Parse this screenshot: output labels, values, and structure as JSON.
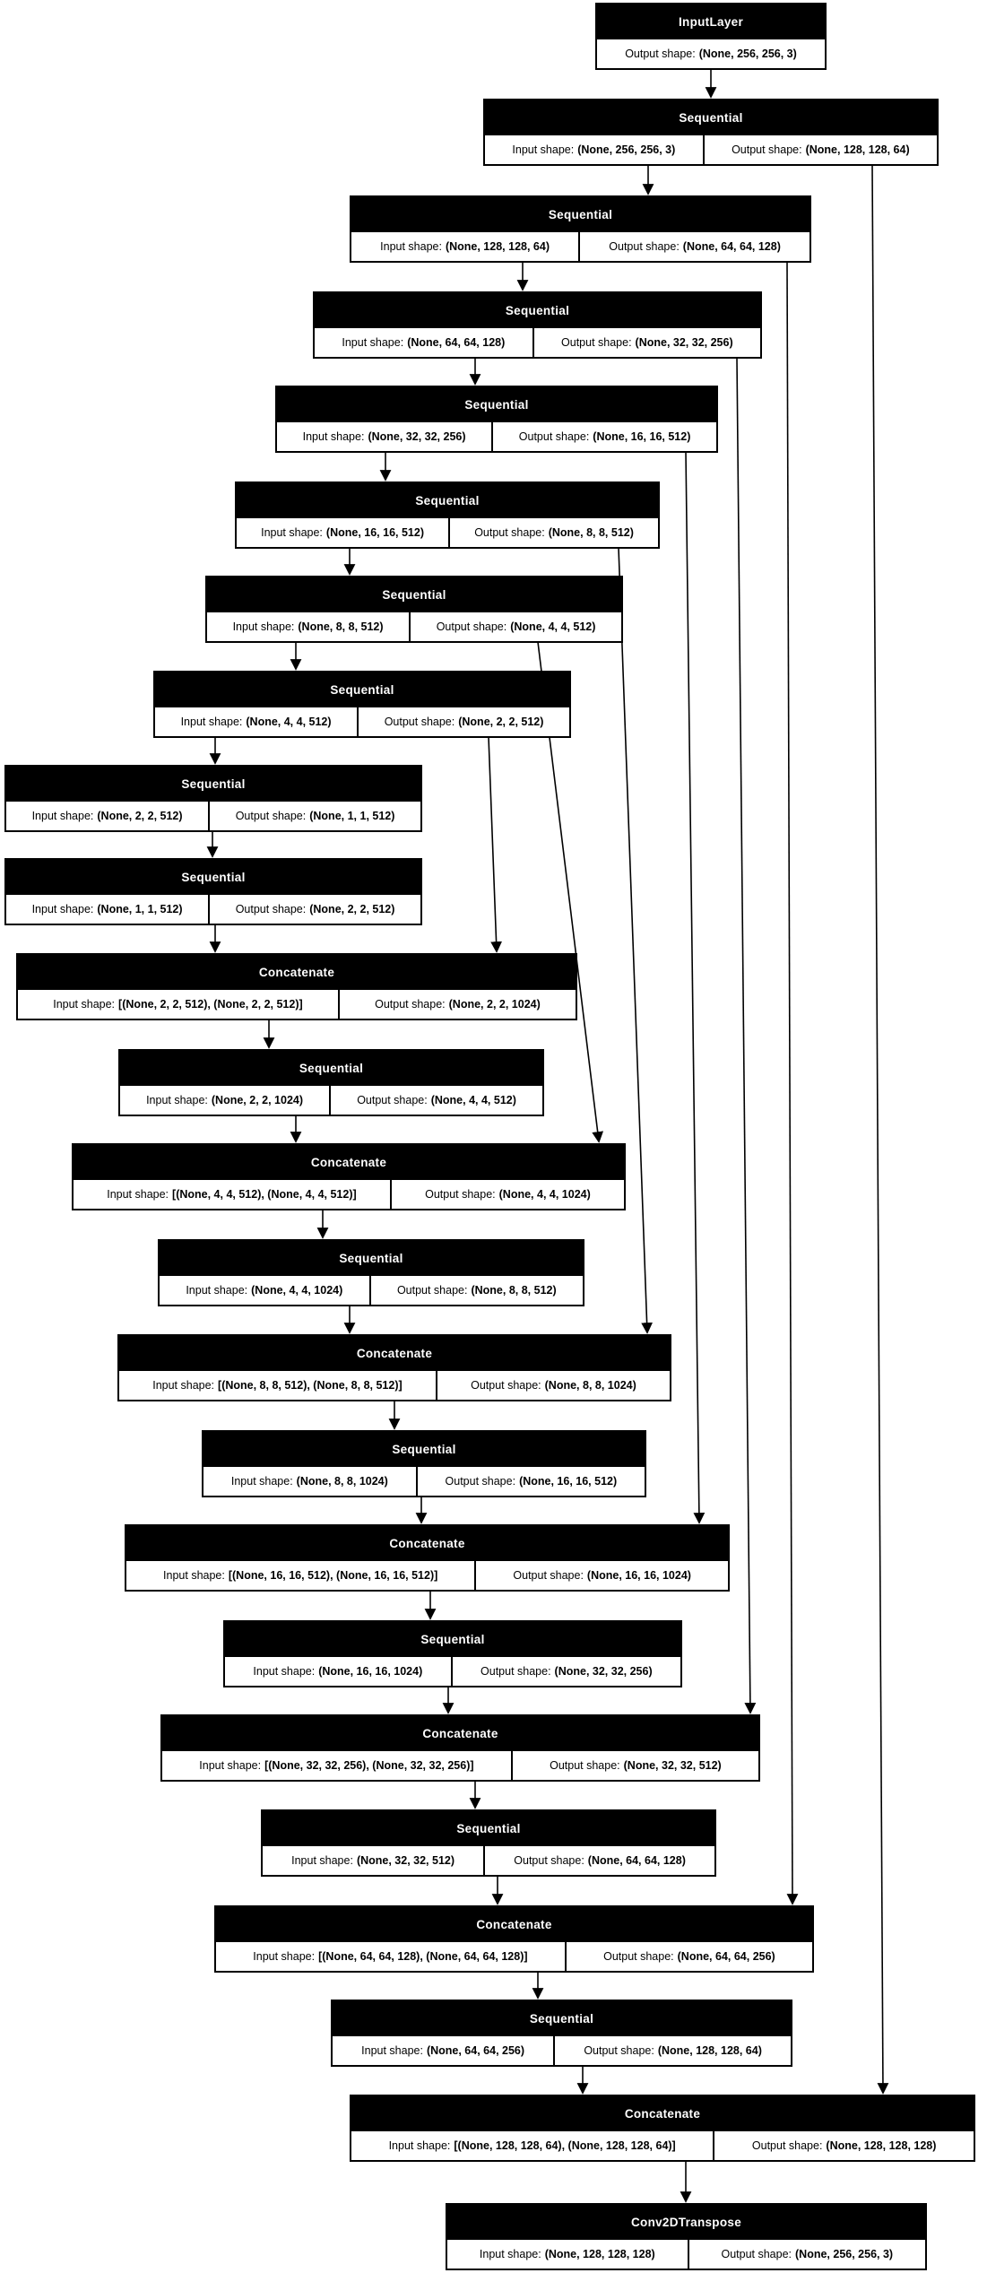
{
  "diagram": {
    "labels": {
      "input_prefix": "Input shape:",
      "output_prefix": "Output shape:"
    },
    "colors": {
      "node_fill": "#000000",
      "node_title_text": "#ffffff",
      "cell_fill": "#ffffff",
      "cell_text": "#000000",
      "edge": "#000000",
      "background": "#ffffff"
    },
    "nodes": [
      {
        "type": "InputLayer",
        "input_shape": null,
        "output_shape": "(None, 256, 256, 3)"
      },
      {
        "type": "Sequential",
        "input_shape": "(None, 256, 256, 3)",
        "output_shape": "(None, 128, 128, 64)"
      },
      {
        "type": "Sequential",
        "input_shape": "(None, 128, 128, 64)",
        "output_shape": "(None, 64, 64, 128)"
      },
      {
        "type": "Sequential",
        "input_shape": "(None, 64, 64, 128)",
        "output_shape": "(None, 32, 32, 256)"
      },
      {
        "type": "Sequential",
        "input_shape": "(None, 32, 32, 256)",
        "output_shape": "(None, 16, 16, 512)"
      },
      {
        "type": "Sequential",
        "input_shape": "(None, 16, 16, 512)",
        "output_shape": "(None, 8, 8, 512)"
      },
      {
        "type": "Sequential",
        "input_shape": "(None, 8, 8, 512)",
        "output_shape": "(None, 4, 4, 512)"
      },
      {
        "type": "Sequential",
        "input_shape": "(None, 4, 4, 512)",
        "output_shape": "(None, 2, 2, 512)"
      },
      {
        "type": "Sequential",
        "input_shape": "(None, 2, 2, 512)",
        "output_shape": "(None, 1, 1, 512)"
      },
      {
        "type": "Sequential",
        "input_shape": "(None, 1, 1, 512)",
        "output_shape": "(None, 2, 2, 512)"
      },
      {
        "type": "Concatenate",
        "input_shape": "[(None, 2, 2, 512), (None, 2, 2, 512)]",
        "output_shape": "(None, 2, 2, 1024)"
      },
      {
        "type": "Sequential",
        "input_shape": "(None, 2, 2, 1024)",
        "output_shape": "(None, 4, 4, 512)"
      },
      {
        "type": "Concatenate",
        "input_shape": "[(None, 4, 4, 512), (None, 4, 4, 512)]",
        "output_shape": "(None, 4, 4, 1024)"
      },
      {
        "type": "Sequential",
        "input_shape": "(None, 4, 4, 1024)",
        "output_shape": "(None, 8, 8, 512)"
      },
      {
        "type": "Concatenate",
        "input_shape": "[(None, 8, 8, 512), (None, 8, 8, 512)]",
        "output_shape": "(None, 8, 8, 1024)"
      },
      {
        "type": "Sequential",
        "input_shape": "(None, 8, 8, 1024)",
        "output_shape": "(None, 16, 16, 512)"
      },
      {
        "type": "Concatenate",
        "input_shape": "[(None, 16, 16, 512), (None, 16, 16, 512)]",
        "output_shape": "(None, 16, 16, 1024)"
      },
      {
        "type": "Sequential",
        "input_shape": "(None, 16, 16, 1024)",
        "output_shape": "(None, 32, 32, 256)"
      },
      {
        "type": "Concatenate",
        "input_shape": "[(None, 32, 32, 256), (None, 32, 32, 256)]",
        "output_shape": "(None, 32, 32, 512)"
      },
      {
        "type": "Sequential",
        "input_shape": "(None, 32, 32, 512)",
        "output_shape": "(None, 64, 64, 128)"
      },
      {
        "type": "Concatenate",
        "input_shape": "[(None, 64, 64, 128), (None, 64, 64, 128)]",
        "output_shape": "(None, 64, 64, 256)"
      },
      {
        "type": "Sequential",
        "input_shape": "(None, 64, 64, 256)",
        "output_shape": "(None, 128, 128, 64)"
      },
      {
        "type": "Concatenate",
        "input_shape": "[(None, 128, 128, 64), (None, 128, 128, 64)]",
        "output_shape": "(None, 128, 128, 128)"
      },
      {
        "type": "Conv2DTranspose",
        "input_shape": "(None, 128, 128, 128)",
        "output_shape": "(None, 256, 256, 3)"
      }
    ],
    "edges": [
      {
        "from": 0,
        "to": 1
      },
      {
        "from": 1,
        "to": 2
      },
      {
        "from": 2,
        "to": 3
      },
      {
        "from": 3,
        "to": 4
      },
      {
        "from": 4,
        "to": 5
      },
      {
        "from": 5,
        "to": 6
      },
      {
        "from": 6,
        "to": 7
      },
      {
        "from": 7,
        "to": 8
      },
      {
        "from": 8,
        "to": 9
      },
      {
        "from": 9,
        "to": 10
      },
      {
        "from": 10,
        "to": 11
      },
      {
        "from": 11,
        "to": 12
      },
      {
        "from": 12,
        "to": 13
      },
      {
        "from": 13,
        "to": 14
      },
      {
        "from": 14,
        "to": 15
      },
      {
        "from": 15,
        "to": 16
      },
      {
        "from": 16,
        "to": 17
      },
      {
        "from": 17,
        "to": 18
      },
      {
        "from": 18,
        "to": 19
      },
      {
        "from": 19,
        "to": 20
      },
      {
        "from": 20,
        "to": 21
      },
      {
        "from": 21,
        "to": 22
      },
      {
        "from": 22,
        "to": 23
      },
      {
        "from": 7,
        "to": 10,
        "skip": true
      },
      {
        "from": 6,
        "to": 12,
        "skip": true
      },
      {
        "from": 5,
        "to": 14,
        "skip": true
      },
      {
        "from": 4,
        "to": 16,
        "skip": true
      },
      {
        "from": 3,
        "to": 18,
        "skip": true
      },
      {
        "from": 2,
        "to": 20,
        "skip": true
      },
      {
        "from": 1,
        "to": 22,
        "skip": true
      }
    ]
  }
}
